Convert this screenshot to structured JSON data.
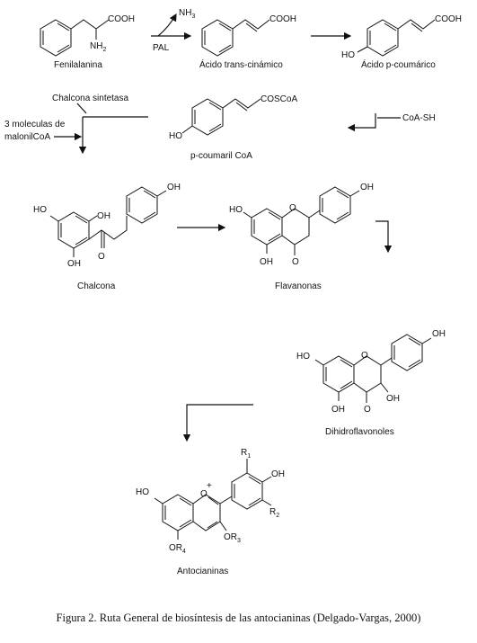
{
  "compounds": {
    "fenilalanina": "Fenilalanina",
    "trans_cinamico": "Ácido trans-cinámico",
    "p_coumarico": "Ácido p-coumárico",
    "p_coumaril_coa": "p-coumaril CoA",
    "chalcona": "Chalcona",
    "flavanonas": "Flavanonas",
    "dihidroflavonoles": "Dihidroflavonoles",
    "antocianinas": "Antocianinas"
  },
  "reagents": {
    "nh3": "NH",
    "nh3_sub": "3",
    "pal": "PAL",
    "chalcona_sintetasa": "Chalcona sintetasa",
    "malonil_line1": "3 moleculas de",
    "malonil_line2": "malonilCoA",
    "coa_sh": "CoA-SH"
  },
  "atoms": {
    "cooh": "COOH",
    "nh2": "NH",
    "nh2_sub": "2",
    "ho": "HO",
    "oh": "OH",
    "o": "O",
    "coscoa": "COSCoA",
    "plus": "+",
    "r1": "R",
    "r1_sub": "1",
    "r2": "R",
    "r2_sub": "2",
    "or3": "OR",
    "or3_sub": "3",
    "or4": "OR",
    "or4_sub": "4"
  },
  "caption": "Figura 2. Ruta General de biosíntesis de las antocianinas (Delgado-Vargas, 2000)"
}
